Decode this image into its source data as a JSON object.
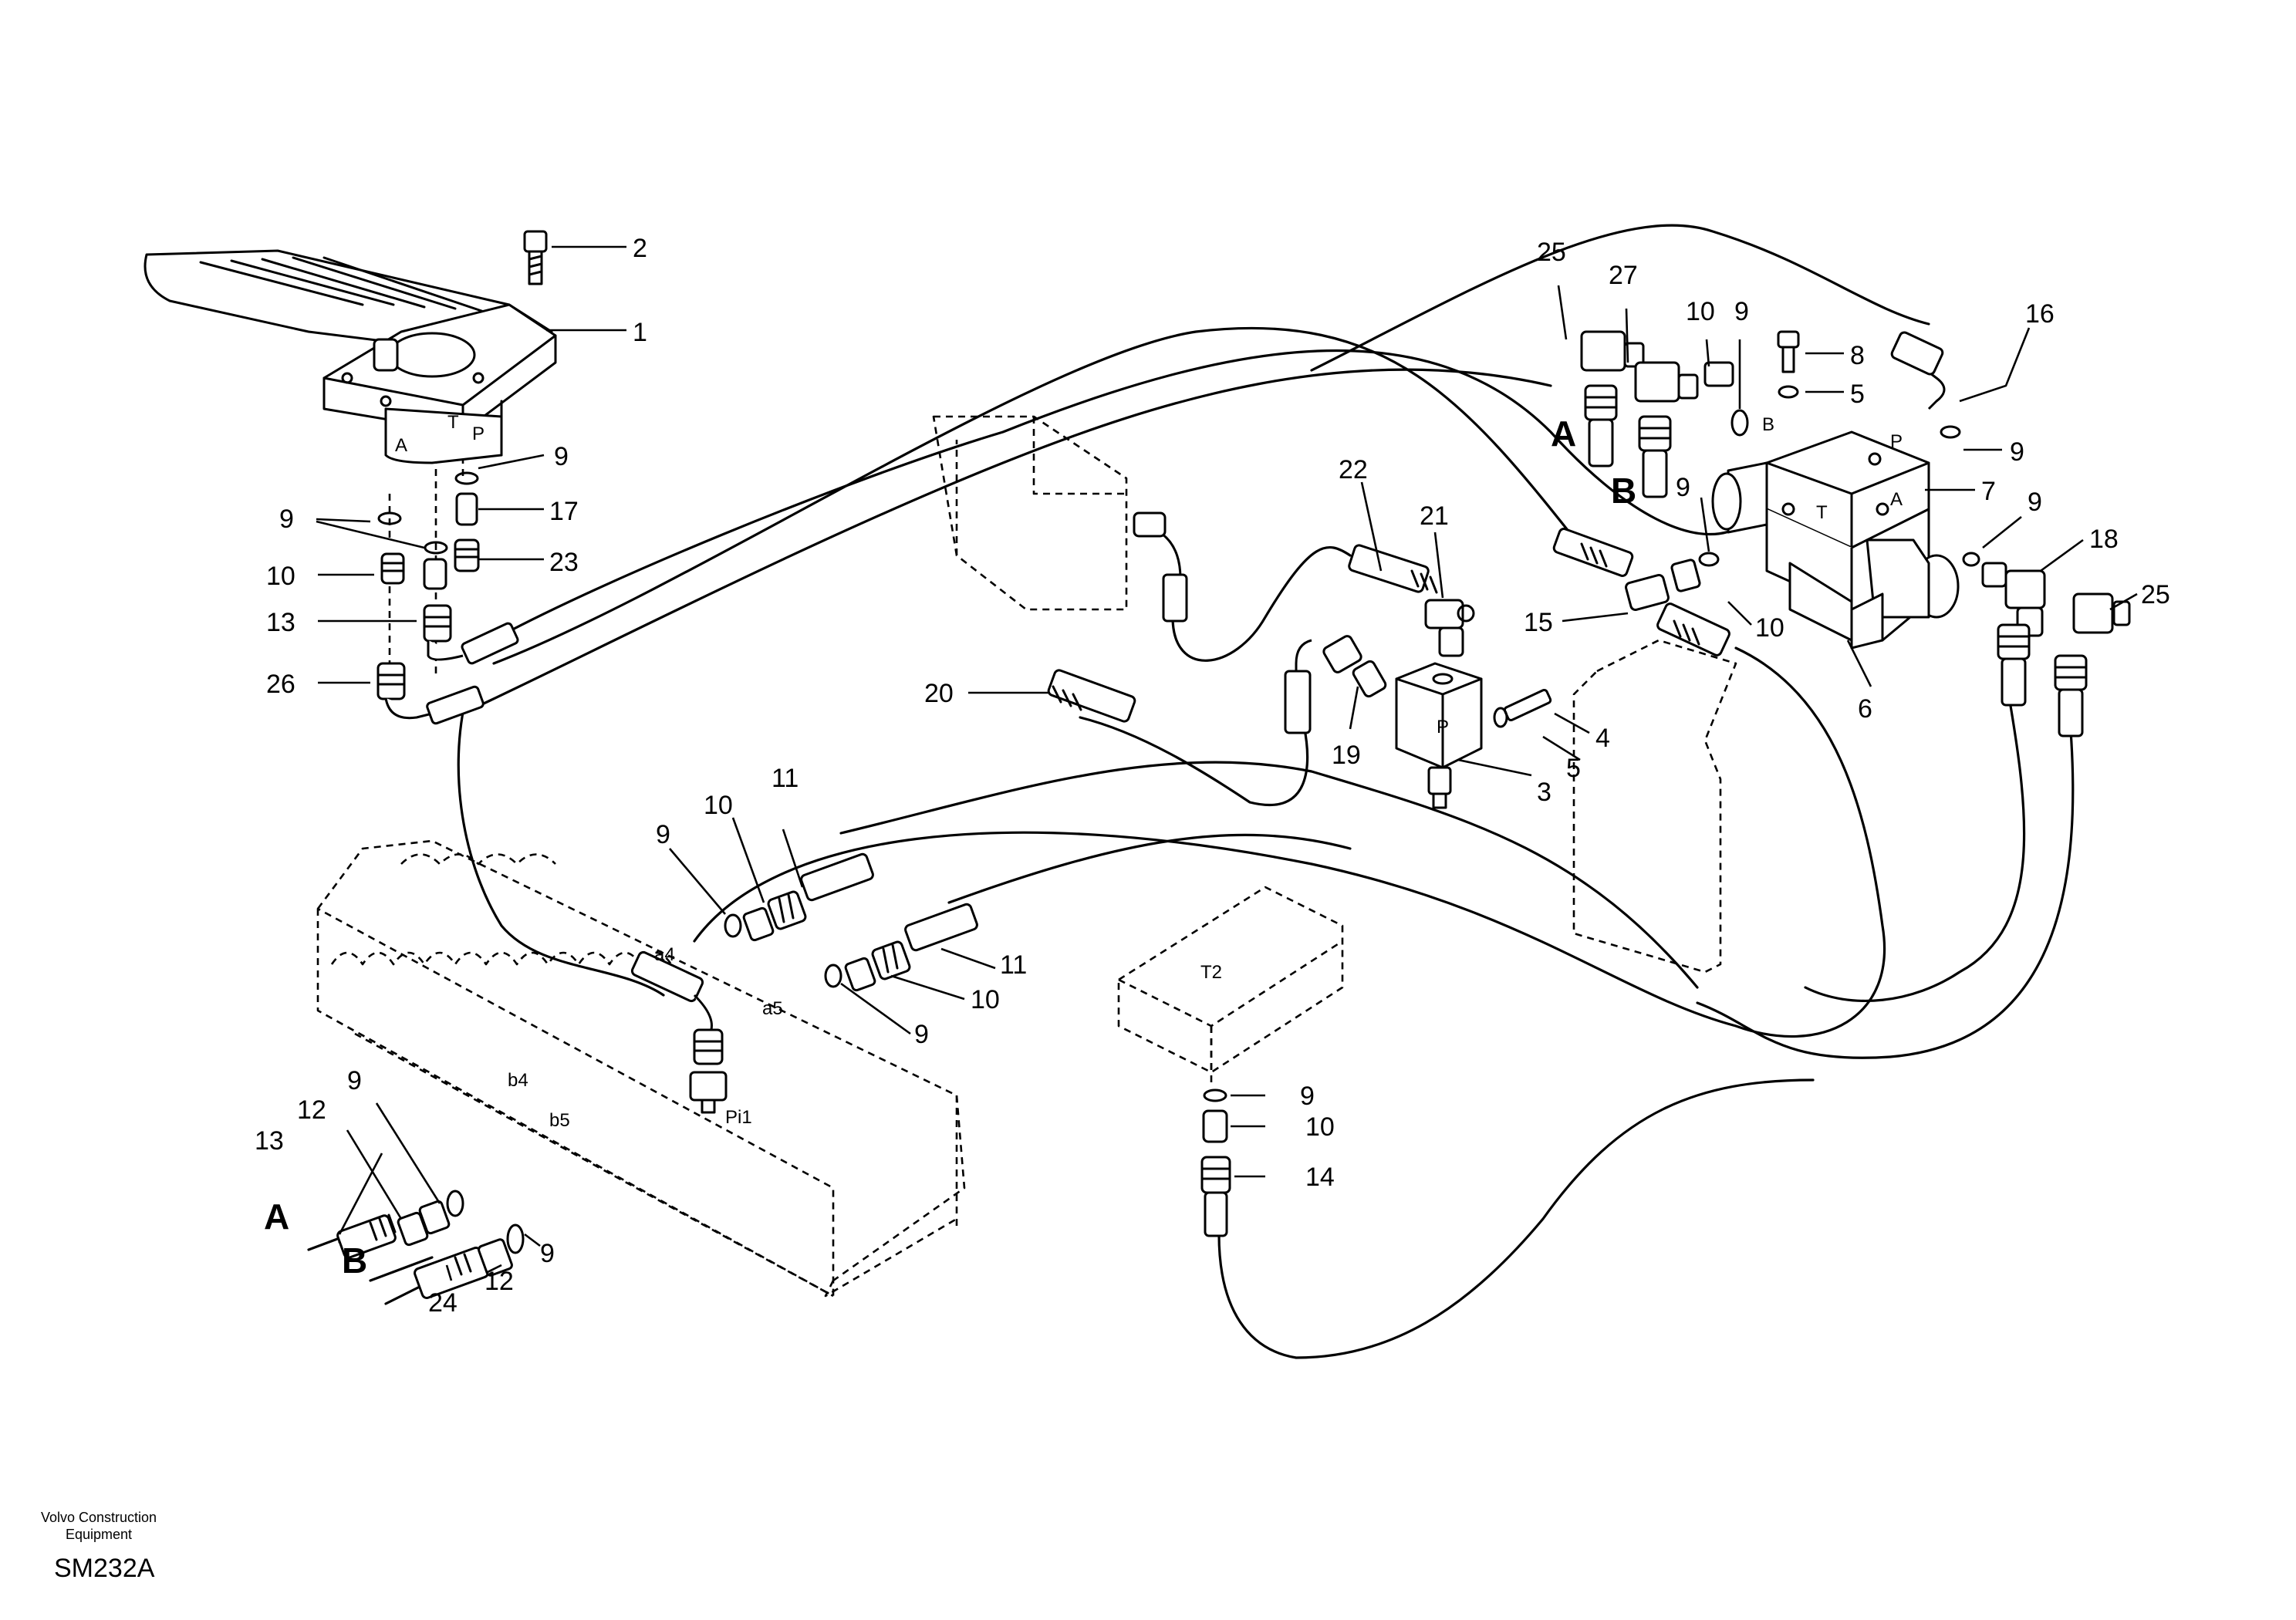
{
  "diagram": {
    "callouts": [
      "1",
      "2",
      "3",
      "4",
      "5",
      "6",
      "7",
      "8",
      "9",
      "10",
      "11",
      "12",
      "13",
      "14",
      "15",
      "16",
      "17",
      "18",
      "19",
      "20",
      "21",
      "22",
      "23",
      "24",
      "25",
      "26",
      "27"
    ],
    "connection_marks": {
      "a": "A",
      "b": "B"
    },
    "port_labels": {
      "pedal_a": "A",
      "pedal_t": "T",
      "pedal_p": "P",
      "valve_b": "B",
      "valve_p": "P",
      "valve_t": "T",
      "valve_a": "A",
      "reducer_p": "P",
      "t2": "T2",
      "pi1": "Pi1",
      "a4": "a4",
      "a5": "a5",
      "b4": "b4",
      "b5": "b5"
    }
  },
  "footer": {
    "company": "Volvo Construction Equipment",
    "code": "SM232A"
  }
}
